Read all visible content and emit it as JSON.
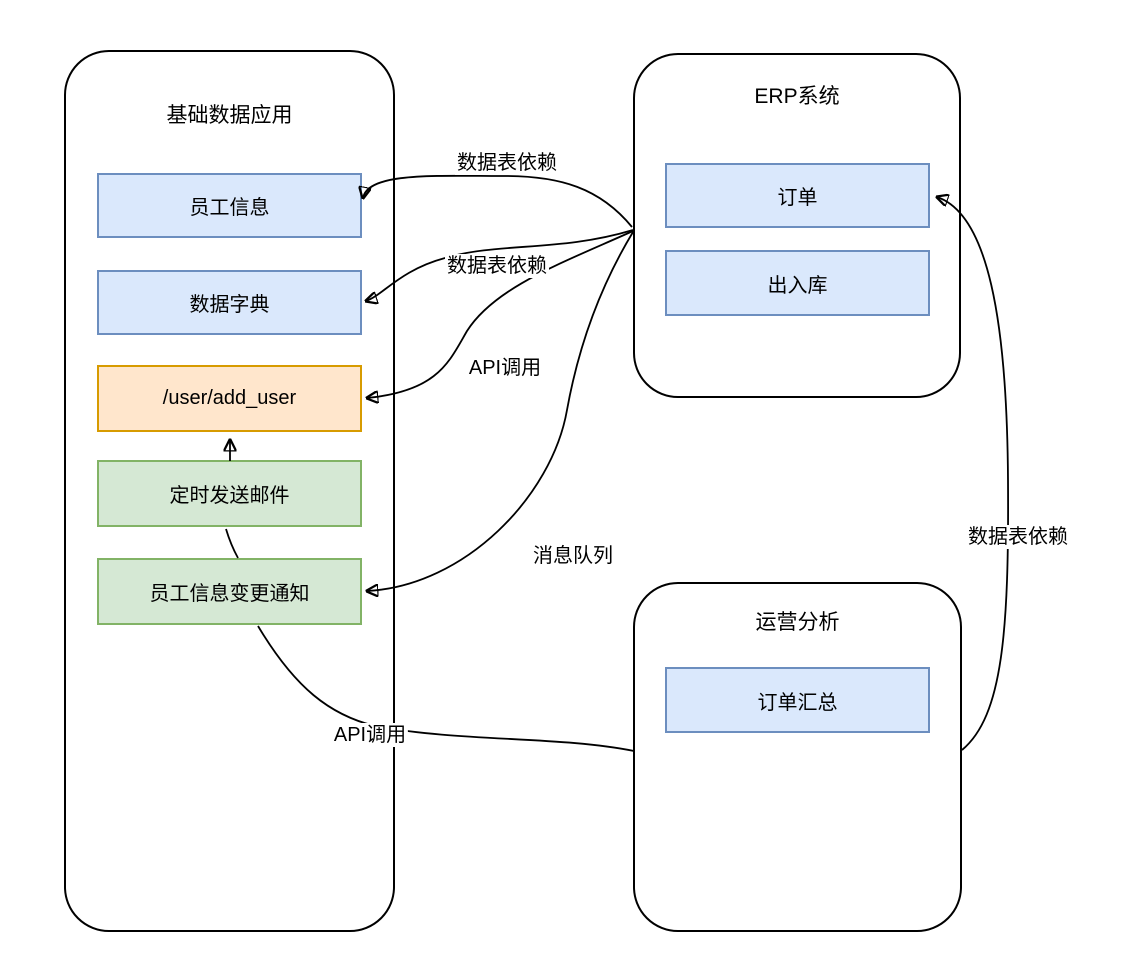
{
  "diagram_title": "",
  "colors": {
    "background": "#ffffff",
    "line": "#000000",
    "blue_fill": "#dae8fc",
    "blue_border": "#6c8ebf",
    "green_fill": "#d5e8d4",
    "green_border": "#82b366",
    "orange_fill": "#ffe6cc",
    "orange_border": "#d79b00"
  },
  "containers": [
    {
      "title": "基础数据应用",
      "boxes": [
        {
          "label": "员工信息",
          "type": "blue"
        },
        {
          "label": "数据字典",
          "type": "blue"
        },
        {
          "label": "/user/add_user",
          "type": "orange"
        },
        {
          "label": "定时发送邮件",
          "type": "green"
        },
        {
          "label": "员工信息变更通知",
          "type": "green"
        }
      ]
    },
    {
      "title": "ERP系统",
      "boxes": [
        {
          "label": "订单",
          "type": "blue"
        },
        {
          "label": "出入库",
          "type": "blue"
        }
      ]
    },
    {
      "title": "运营分析",
      "boxes": [
        {
          "label": "订单汇总",
          "type": "blue"
        }
      ]
    }
  ],
  "edges": [
    {
      "label": "数据表依赖",
      "from": "ERP系统",
      "to": "员工信息"
    },
    {
      "label": "数据表依赖",
      "from": "ERP系统",
      "to": "数据字典"
    },
    {
      "label": "API调用",
      "from": "ERP系统",
      "to": "/user/add_user"
    },
    {
      "label": "消息队列",
      "from": "ERP系统",
      "to": "员工信息变更通知"
    },
    {
      "label": "API调用",
      "from": "员工信息变更通知",
      "to": "运营分析"
    },
    {
      "label": "数据表依赖",
      "from": "运营分析",
      "to": "订单"
    },
    {
      "label": "",
      "from": "员工信息变更通知",
      "to": "定时发送邮件"
    },
    {
      "label": "",
      "from": "定时发送邮件",
      "to": "/user/add_user"
    }
  ]
}
